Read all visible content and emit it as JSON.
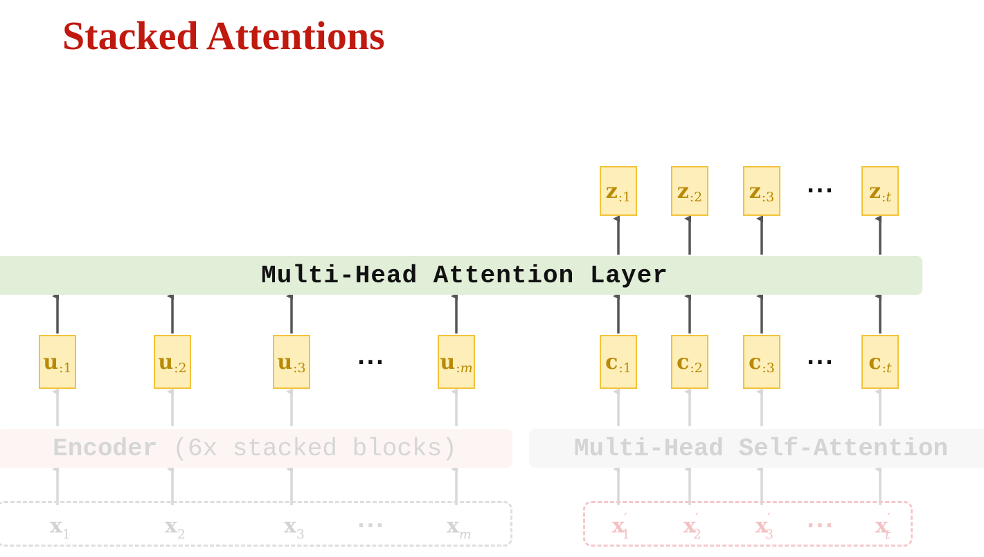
{
  "slide": {
    "title": "Stacked Attentions"
  },
  "layers": {
    "multi_head_attention": "Multi-Head Attention Layer",
    "encoder_bold": "Encoder",
    "encoder_rest": "(6x stacked blocks)",
    "self_attention": "Multi-Head Self-Attention"
  },
  "encoder_outputs": [
    {
      "sym": "u",
      "sub": ":1",
      "italic_sub": false
    },
    {
      "sym": "u",
      "sub": ":2",
      "italic_sub": false
    },
    {
      "sym": "u",
      "sub": ":3",
      "italic_sub": false
    },
    {
      "sym": "u",
      "sub": ":m",
      "italic_sub": true
    }
  ],
  "context_vectors": [
    {
      "sym": "c",
      "sub": ":1",
      "italic_sub": false
    },
    {
      "sym": "c",
      "sub": ":2",
      "italic_sub": false
    },
    {
      "sym": "c",
      "sub": ":3",
      "italic_sub": false
    },
    {
      "sym": "c",
      "sub": ":t",
      "italic_sub": true
    }
  ],
  "outputs": [
    {
      "sym": "z",
      "sub": ":1",
      "italic_sub": false
    },
    {
      "sym": "z",
      "sub": ":2",
      "italic_sub": false
    },
    {
      "sym": "z",
      "sub": ":3",
      "italic_sub": false
    },
    {
      "sym": "z",
      "sub": ":t",
      "italic_sub": true
    }
  ],
  "encoder_inputs": [
    {
      "sym": "x",
      "sub": "1",
      "italic_sub": false
    },
    {
      "sym": "x",
      "sub": "2",
      "italic_sub": false
    },
    {
      "sym": "x",
      "sub": "3",
      "italic_sub": false
    },
    {
      "sym": "x",
      "sub": "m",
      "italic_sub": true
    }
  ],
  "decoder_inputs": [
    {
      "sym": "x",
      "prime": "′",
      "sub": "1",
      "italic_sub": false
    },
    {
      "sym": "x",
      "prime": "′",
      "sub": "2",
      "italic_sub": false
    },
    {
      "sym": "x",
      "prime": "′",
      "sub": "3",
      "italic_sub": false
    },
    {
      "sym": "x",
      "prime": "′",
      "sub": "t",
      "italic_sub": true
    }
  ],
  "ellipsis": "···",
  "colors": {
    "title": "#c0190f",
    "vector_fill": "#fdeeba",
    "vector_border": "#f2c23a",
    "vector_text": "#b88a05",
    "attention_layer": "#e1eed8",
    "arrow_dark": "#555555",
    "arrow_faint": "#d8d8d8"
  }
}
